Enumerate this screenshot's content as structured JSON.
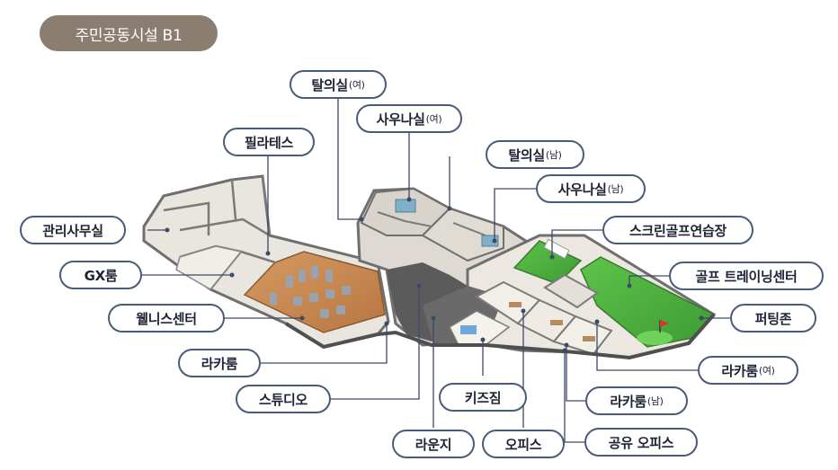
{
  "title": "주민공동시설 B1",
  "labels": [
    {
      "id": "changing-f",
      "text": "탈의실",
      "suffix": "(여)"
    },
    {
      "id": "sauna-f",
      "text": "사우나실",
      "suffix": "(여)"
    },
    {
      "id": "pilates",
      "text": "필라테스",
      "suffix": ""
    },
    {
      "id": "changing-m",
      "text": "탈의실",
      "suffix": "(남)"
    },
    {
      "id": "sauna-m",
      "text": "사우나실",
      "suffix": "(남)"
    },
    {
      "id": "admin-office",
      "text": "관리사무실",
      "suffix": ""
    },
    {
      "id": "screen-golf",
      "text": "스크린골프연습장",
      "suffix": ""
    },
    {
      "id": "gx-room",
      "text": "GX룸",
      "suffix": ""
    },
    {
      "id": "golf-training",
      "text": "골프 트레이닝센터",
      "suffix": ""
    },
    {
      "id": "wellness",
      "text": "웰니스센터",
      "suffix": ""
    },
    {
      "id": "putting",
      "text": "퍼팅존",
      "suffix": ""
    },
    {
      "id": "locker-1",
      "text": "라카룸",
      "suffix": ""
    },
    {
      "id": "locker-f",
      "text": "라카룸",
      "suffix": "(여)"
    },
    {
      "id": "studio",
      "text": "스튜디오",
      "suffix": ""
    },
    {
      "id": "kids-gym",
      "text": "키즈짐",
      "suffix": ""
    },
    {
      "id": "locker-m",
      "text": "라카룸",
      "suffix": "(남)"
    },
    {
      "id": "lounge",
      "text": "라운지",
      "suffix": ""
    },
    {
      "id": "office",
      "text": "오피스",
      "suffix": ""
    },
    {
      "id": "shared-office",
      "text": "공유 오피스",
      "suffix": ""
    }
  ],
  "colors": {
    "badge": "#8b7e71",
    "label_border": "#4a5a78",
    "leader_line": "#3d4a66",
    "floor_wood": "#c98a55",
    "turf": "#4caf3c",
    "wall": "#6f6f6f",
    "floor_light": "#e6e2dc",
    "floor_dark": "#5a5a5a"
  }
}
